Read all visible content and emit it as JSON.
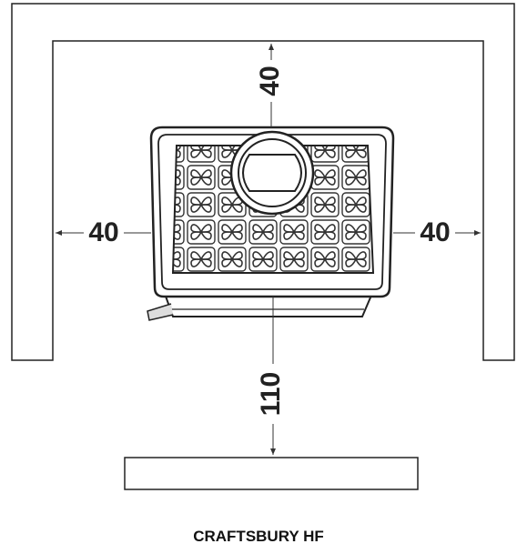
{
  "diagram": {
    "dimensions": {
      "rear": "40",
      "left": "40",
      "right": "40",
      "front": "110"
    },
    "caption": "CRAFTSBURY HF"
  }
}
